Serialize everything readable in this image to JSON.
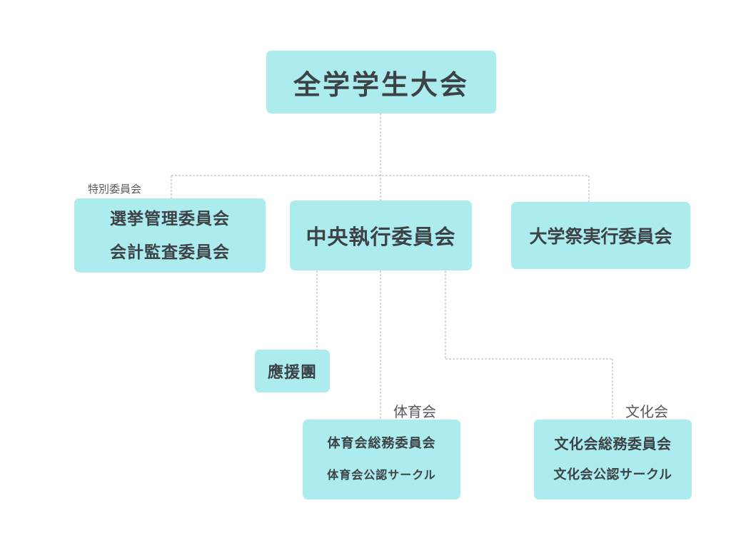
{
  "colors": {
    "node_fill": "#acecef",
    "text": "#3c4245",
    "connector": "#b3b3b3"
  },
  "nodes": {
    "general_assembly": {
      "label": "全学学生大会"
    },
    "special_committees": {
      "lines": [
        "選挙管理委員会",
        "会計監査委員会"
      ]
    },
    "central_executive": {
      "label": "中央執行委員会"
    },
    "festival_committee": {
      "label": "大学祭実行委員会"
    },
    "cheer_squad": {
      "label": "應援團"
    },
    "sports": {
      "lines": [
        "体育会総務委員会",
        "体育会公認サークル"
      ]
    },
    "culture": {
      "lines": [
        "文化会総務委員会",
        "文化会公認サークル"
      ]
    }
  },
  "captions": {
    "special": "特別委員会",
    "sports": "体育会",
    "culture": "文化会"
  }
}
